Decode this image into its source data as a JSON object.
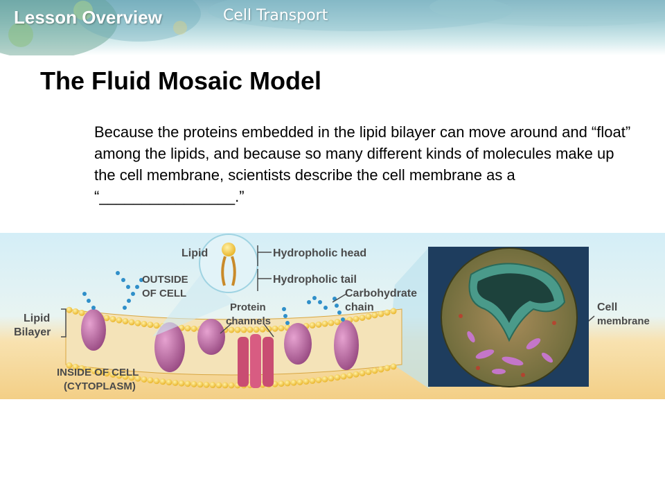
{
  "header": {
    "title": "Lesson Overview",
    "subtitle": "Cell Transport"
  },
  "slide": {
    "title": "The Fluid Mosaic Model",
    "body": "Because the proteins embedded in the lipid bilayer can move around and “float” among the lipids, and because so many different kinds of molecules make up the cell membrane, scientists describe the cell membrane as a “________________.”"
  },
  "figure": {
    "labels": {
      "lipid": "Lipid",
      "hydrophilic_head": "Hydropholic head",
      "hydrophilic_tail": "Hydropholic tail",
      "outside_line1": "OUTSIDE",
      "outside_line2": "OF CELL",
      "carbohydrate_line1": "Carbohydrate",
      "carbohydrate_line2": "chain",
      "protein_line1": "Protein",
      "protein_line2": "channels",
      "lipid_bilayer_line1": "Lipid",
      "lipid_bilayer_line2": "Bilayer",
      "inside_line1": "INSIDE OF CELL",
      "inside_line2": "(CYTOPLASM)",
      "cell_membrane_line1": "Cell",
      "cell_membrane_line2": "membrane"
    },
    "colors": {
      "head": "#f2c230",
      "tail": "#c98a2a",
      "protein": "#b5609a",
      "carbohydrate": "#2f8fc9",
      "outside_bg": "#cdebf5",
      "inside_bg": "#f6d99a"
    }
  }
}
